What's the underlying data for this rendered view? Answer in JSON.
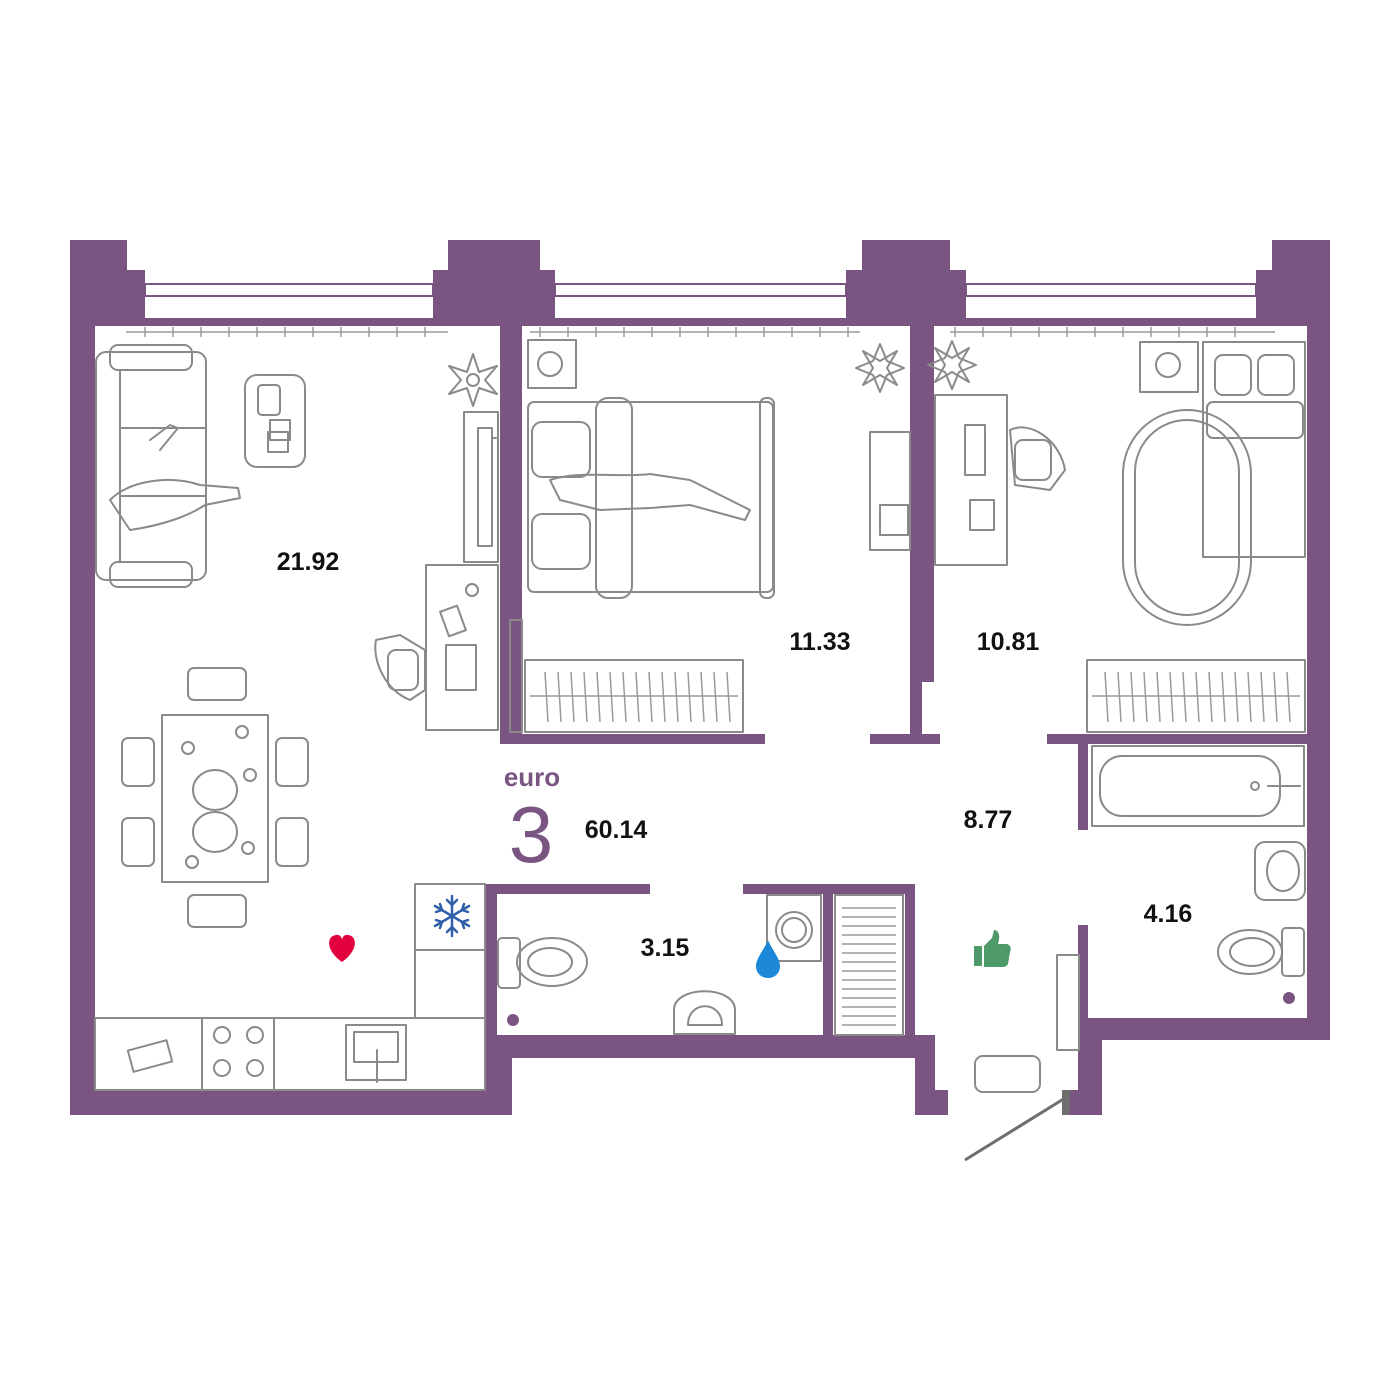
{
  "apartment": {
    "type_label": "euro",
    "rooms_count": "3",
    "total_area": "60.14"
  },
  "rooms": {
    "living_kitchen_area": "21.92",
    "bedroom_area": "11.33",
    "second_bedroom_area": "10.81",
    "hall_area": "8.77",
    "bathroom_area": "4.16",
    "toilet_area": "3.15"
  },
  "icons": {
    "heart": "heart-icon",
    "snowflake": "snowflake-icon",
    "water_drop": "water-drop-icon",
    "thumbs_up": "thumbs-up-icon"
  },
  "colors": {
    "wall": "#7a5582",
    "heart": "#e3003f",
    "snowflake": "#2e5fa8",
    "water_drop": "#1e88d8",
    "thumbs_up": "#4f9a6a"
  }
}
